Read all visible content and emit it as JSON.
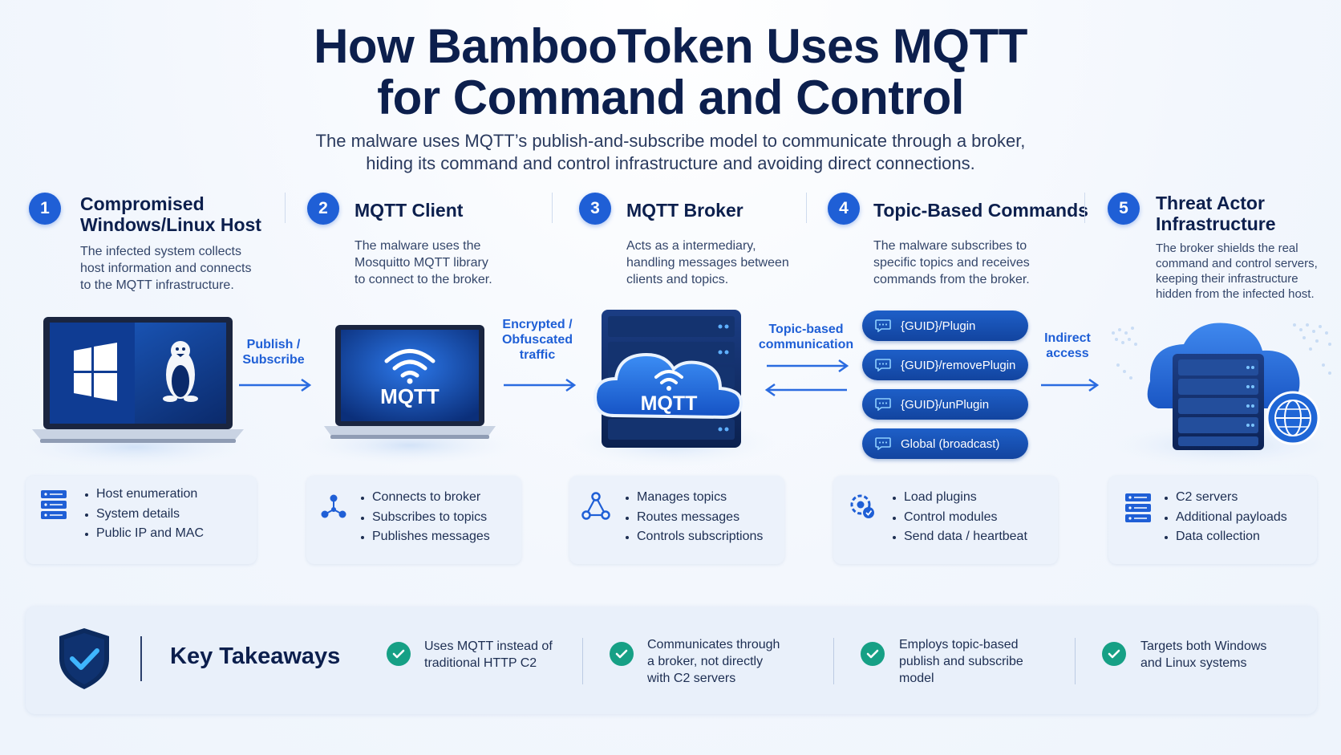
{
  "header": {
    "title_line1": "How BambooToken Uses MQTT",
    "title_line2": "for Command and Control",
    "subtitle_line1": "The malware uses MQTT’s publish-and-subscribe model to communicate through a broker,",
    "subtitle_line2": "hiding its command and control infrastructure and avoiding direct connections."
  },
  "steps": [
    {
      "number": "1",
      "title_line1": "Compromised",
      "title_line2": "Windows/Linux Host",
      "desc_lines": [
        "The infected system collects",
        "host information and connects",
        "to the MQTT infrastructure."
      ],
      "bullets": [
        "Host enumeration",
        "System details",
        "Public IP and MAC"
      ]
    },
    {
      "number": "2",
      "title_line1": "MQTT Client",
      "desc_lines": [
        "The malware uses the",
        "Mosquitto MQTT library",
        "to connect to the broker."
      ],
      "screen_label": "MQTT",
      "bullets": [
        "Connects to broker",
        "Subscribes to topics",
        "Publishes messages"
      ]
    },
    {
      "number": "3",
      "title_line1": "MQTT Broker",
      "desc_lines": [
        "Acts as a intermediary,",
        "handling messages between",
        "clients and topics."
      ],
      "cloud_label": "MQTT",
      "bullets": [
        "Manages topics",
        "Routes messages",
        "Controls subscriptions"
      ]
    },
    {
      "number": "4",
      "title_line1": "Topic-Based Commands",
      "desc_lines": [
        "The malware subscribes to",
        "specific topics and receives",
        "commands from the broker."
      ],
      "topics": [
        "{GUID}/Plugin",
        "{GUID}/removePlugin",
        "{GUID}/unPlugin",
        "Global (broadcast)"
      ],
      "bullets": [
        "Load plugins",
        "Control modules",
        "Send data / heartbeat"
      ]
    },
    {
      "number": "5",
      "title_line1": "Threat Actor",
      "title_line2": "Infrastructure",
      "desc_lines": [
        "The broker shields the real",
        "command and control servers,",
        "keeping their infrastructure",
        "hidden from the infected host."
      ],
      "bullets": [
        "C2 servers",
        "Additional payloads",
        "Data collection"
      ]
    }
  ],
  "arrows": {
    "a1_line1": "Publish /",
    "a1_line2": "Subscribe",
    "a2_line1": "Encrypted /",
    "a2_line2": "Obfuscated",
    "a2_line3": "traffic",
    "a3_line1": "Topic-based",
    "a3_line2": "communication",
    "a4_line1": "Indirect",
    "a4_line2": "access"
  },
  "takeaways": {
    "title": "Key Takeaways",
    "items": [
      {
        "lines": [
          "Uses MQTT instead of",
          "traditional HTTP C2"
        ]
      },
      {
        "lines": [
          "Communicates through",
          "a broker, not directly",
          "with C2 servers"
        ]
      },
      {
        "lines": [
          "Employs topic-based",
          "publish and subscribe",
          "model"
        ]
      },
      {
        "lines": [
          "Targets both Windows",
          "and Linux systems"
        ]
      }
    ]
  },
  "colors": {
    "accent": "#1f5fd6",
    "navy": "#0c1f4d",
    "check": "#16a085",
    "card_bg": "#ecf2fb"
  },
  "icons": [
    "windows-logo-icon",
    "linux-penguin-icon",
    "wifi-icon",
    "cloud-icon",
    "server-rack-icon",
    "chat-bubble-icon",
    "globe-icon",
    "shield-check-icon",
    "check-circle-icon",
    "network-nodes-icon",
    "plugin-gear-icon"
  ]
}
